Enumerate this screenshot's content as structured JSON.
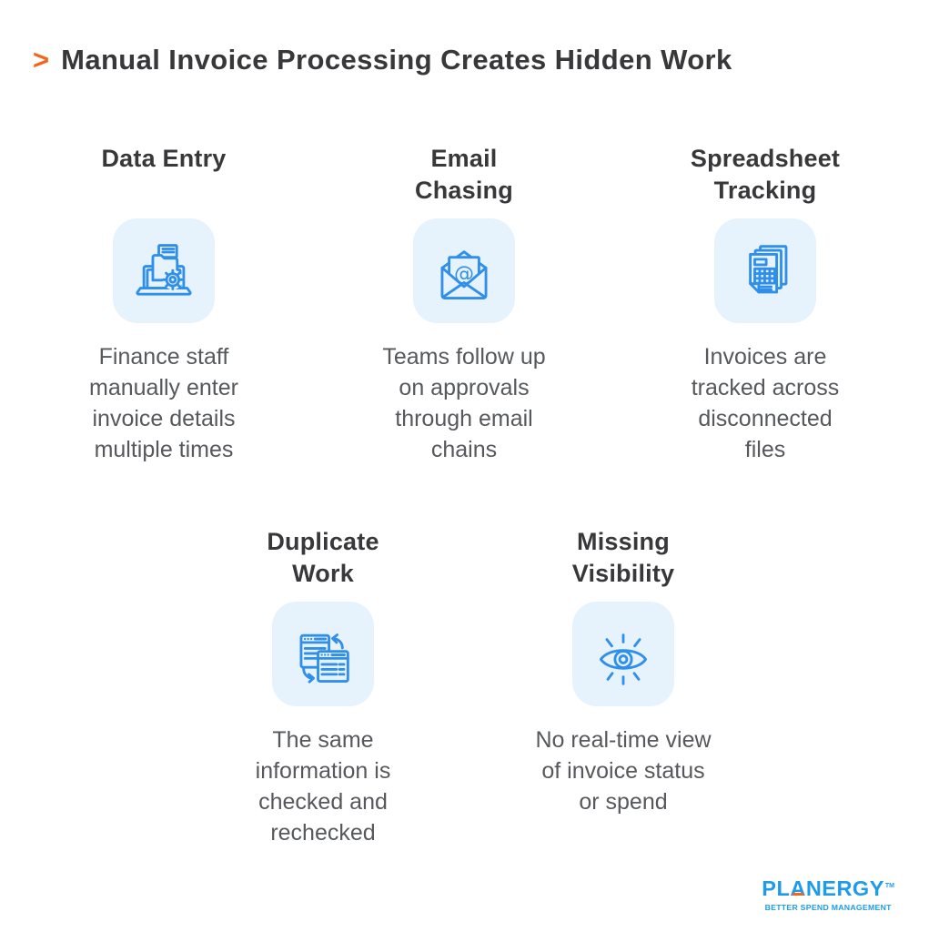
{
  "title": {
    "bullet": ">",
    "text": "Manual Invoice Processing Creates Hidden Work"
  },
  "cards": [
    {
      "heading": "Data Entry",
      "icon": "laptop-folder-gear-icon",
      "description": "Finance staff\nmanually enter\ninvoice details\nmultiple times"
    },
    {
      "heading": "Email\nChasing",
      "icon": "open-envelope-at-icon",
      "description": "Teams follow up\non approvals\nthrough email\nchains"
    },
    {
      "heading": "Spreadsheet\nTracking",
      "icon": "stacked-spreadsheets-icon",
      "description": "Invoices are\ntracked across\ndisconnected\nfiles"
    },
    {
      "heading": "Duplicate\nWork",
      "icon": "sync-windows-icon",
      "description": "The same\ninformation is\nchecked and\nrechecked"
    },
    {
      "heading": "Missing\nVisibility",
      "icon": "eye-rays-icon",
      "description": "No real-time view\nof invoice status\nor spend"
    }
  ],
  "icon_at_symbol": "@",
  "logo": {
    "name_before": "PL",
    "name_accent": "A",
    "name_after": "NERGY",
    "trademark": "TM",
    "tagline": "BETTER SPEND MANAGEMENT"
  },
  "colors": {
    "accent_orange": "#F5641D",
    "icon_blue": "#2F8FEA",
    "tile_background": "#E6F2FC",
    "heading_text": "#38383A",
    "body_text": "#56585C",
    "logo_blue": "#1E9BE9"
  }
}
